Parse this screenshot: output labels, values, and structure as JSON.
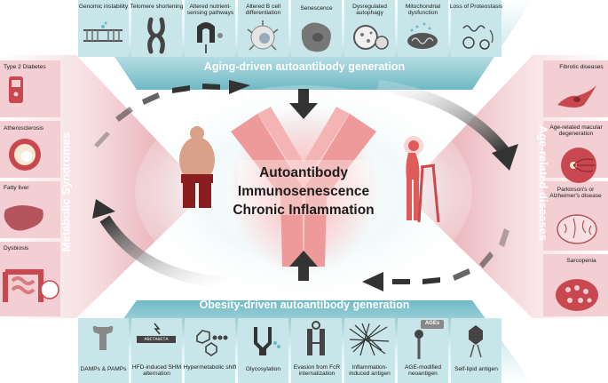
{
  "center": {
    "line1": "Autoantibody",
    "line2": "Immunosenescence",
    "line3": "Chronic Inflammation"
  },
  "banners": {
    "top": "Aging-driven autoantibody generation",
    "bottom": "Obesity-driven autoantibody generation"
  },
  "side_titles": {
    "left": "Metabolic Syndromes",
    "right": "Age-related diseases"
  },
  "top_items": [
    {
      "label": "Genomic instability",
      "icon": "dna-icon"
    },
    {
      "label": "Telomere shortening",
      "icon": "chromosome-icon"
    },
    {
      "label": "Altered nutrient-sensing pathways",
      "icon": "receptor-icon"
    },
    {
      "label": "Altered B cell differentiation",
      "icon": "b-cell-icon"
    },
    {
      "label": "Senescence",
      "icon": "senescent-cell-icon"
    },
    {
      "label": "Dysregulated autophagy",
      "icon": "autophagy-icon"
    },
    {
      "label": "Mitochondrial dysfunction",
      "icon": "mitochondria-icon"
    },
    {
      "label": "Loss of Proteostasis",
      "icon": "protein-icon"
    }
  ],
  "bottom_items": [
    {
      "label": "DAMPs & PAMPs",
      "icon": "damp-icon"
    },
    {
      "label": "HFD-induced SHM alternation",
      "icon": "shm-icon"
    },
    {
      "label": "Hypermetabolic shift",
      "icon": "metabolite-icon"
    },
    {
      "label": "Glycosylation",
      "icon": "glycosylation-icon"
    },
    {
      "label": "Evasion from FcR internalization",
      "icon": "fcr-icon"
    },
    {
      "label": "Inflammation-induced antigen",
      "icon": "fiber-network-icon"
    },
    {
      "label": "AGE-modified neoantigen",
      "icon": "age-antigen-icon"
    },
    {
      "label": "Self-lipid antigen",
      "icon": "lipid-antigen-icon"
    }
  ],
  "shm_tag": "AGCTAGCTA",
  "age_tag": "AGEs",
  "left_items": [
    {
      "label": "Type 2 Diabetes",
      "icon": "glucose-meter-icon"
    },
    {
      "label": "Atherosclerosis",
      "icon": "artery-plaque-icon"
    },
    {
      "label": "Fatty liver",
      "icon": "liver-icon"
    },
    {
      "label": "Dysbiosis",
      "icon": "intestine-icon"
    }
  ],
  "right_items": [
    {
      "label": "Fibrotic diseases",
      "icon": "fibroblast-icon"
    },
    {
      "label": "Age-related macular degeneration",
      "icon": "retina-icon"
    },
    {
      "label": "Parkinson's or Alzheimer's disease",
      "icon": "brain-icon"
    },
    {
      "label": "Sarcopenia",
      "icon": "muscle-icon"
    }
  ],
  "colors": {
    "teal": "#7fc3cf",
    "pink": "#e9aab0",
    "antibody": "#ef9a9a",
    "arrow": "#3a3a3a"
  }
}
